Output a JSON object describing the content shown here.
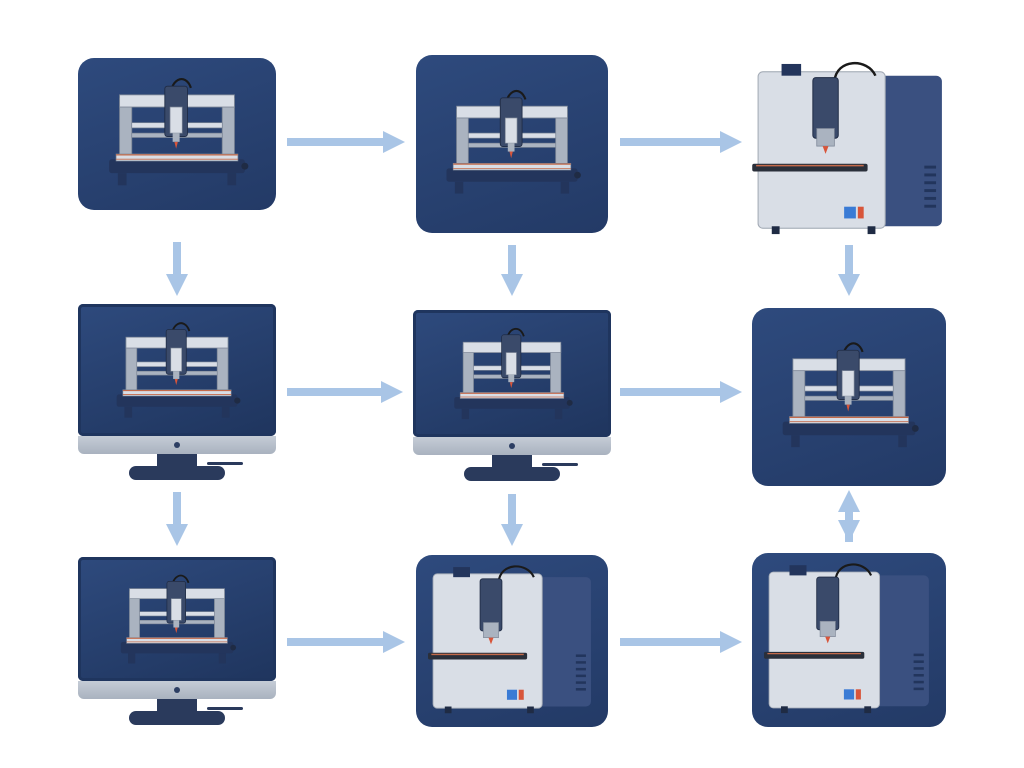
{
  "colors": {
    "tile": "#2e4a7d",
    "tile_dark": "#233a66",
    "screen_frame": "#1f355e",
    "bezel": "#c5ccd6",
    "bezel_shade": "#a9b2bf",
    "stand": "#2a3a5c",
    "arrow": "#a9c5e6",
    "steel_light": "#d9dee6",
    "steel_mid": "#aab3c0",
    "steel_dark": "#7d8797",
    "navy": "#23355c",
    "copper": "#c46a4a",
    "accent_blue": "#3a7bd5",
    "accent_red": "#d8553a"
  },
  "nodes": [
    {
      "id": "r1c1",
      "frame": "tile",
      "machine": "gantry-router"
    },
    {
      "id": "r1c2",
      "frame": "tile",
      "machine": "gantry-router"
    },
    {
      "id": "r1c3",
      "frame": "none",
      "machine": "enclosed-printer"
    },
    {
      "id": "r2c1",
      "frame": "monitor",
      "machine": "gantry-router"
    },
    {
      "id": "r2c2",
      "frame": "monitor",
      "machine": "gantry-router"
    },
    {
      "id": "r2c3",
      "frame": "tile",
      "machine": "gantry-router"
    },
    {
      "id": "r3c1",
      "frame": "monitor",
      "machine": "gantry-router"
    },
    {
      "id": "r3c2",
      "frame": "tile",
      "machine": "enclosed-printer"
    },
    {
      "id": "r3c3",
      "frame": "tile",
      "machine": "enclosed-printer"
    }
  ],
  "edges": [
    {
      "from": "r1c1",
      "to": "r1c2",
      "direction": "right"
    },
    {
      "from": "r1c2",
      "to": "r1c3",
      "direction": "right"
    },
    {
      "from": "r2c1",
      "to": "r2c2",
      "direction": "right"
    },
    {
      "from": "r2c2",
      "to": "r2c3",
      "direction": "right"
    },
    {
      "from": "r3c1",
      "to": "r3c2",
      "direction": "right"
    },
    {
      "from": "r3c2",
      "to": "r3c3",
      "direction": "right"
    },
    {
      "from": "r1c1",
      "to": "r2c1",
      "direction": "down"
    },
    {
      "from": "r1c2",
      "to": "r2c2",
      "direction": "down"
    },
    {
      "from": "r1c3",
      "to": "r2c3",
      "direction": "down"
    },
    {
      "from": "r2c1",
      "to": "r3c1",
      "direction": "down"
    },
    {
      "from": "r2c2",
      "to": "r3c2",
      "direction": "down"
    },
    {
      "from": "r3c3",
      "to": "r2c3",
      "direction": "up"
    }
  ]
}
